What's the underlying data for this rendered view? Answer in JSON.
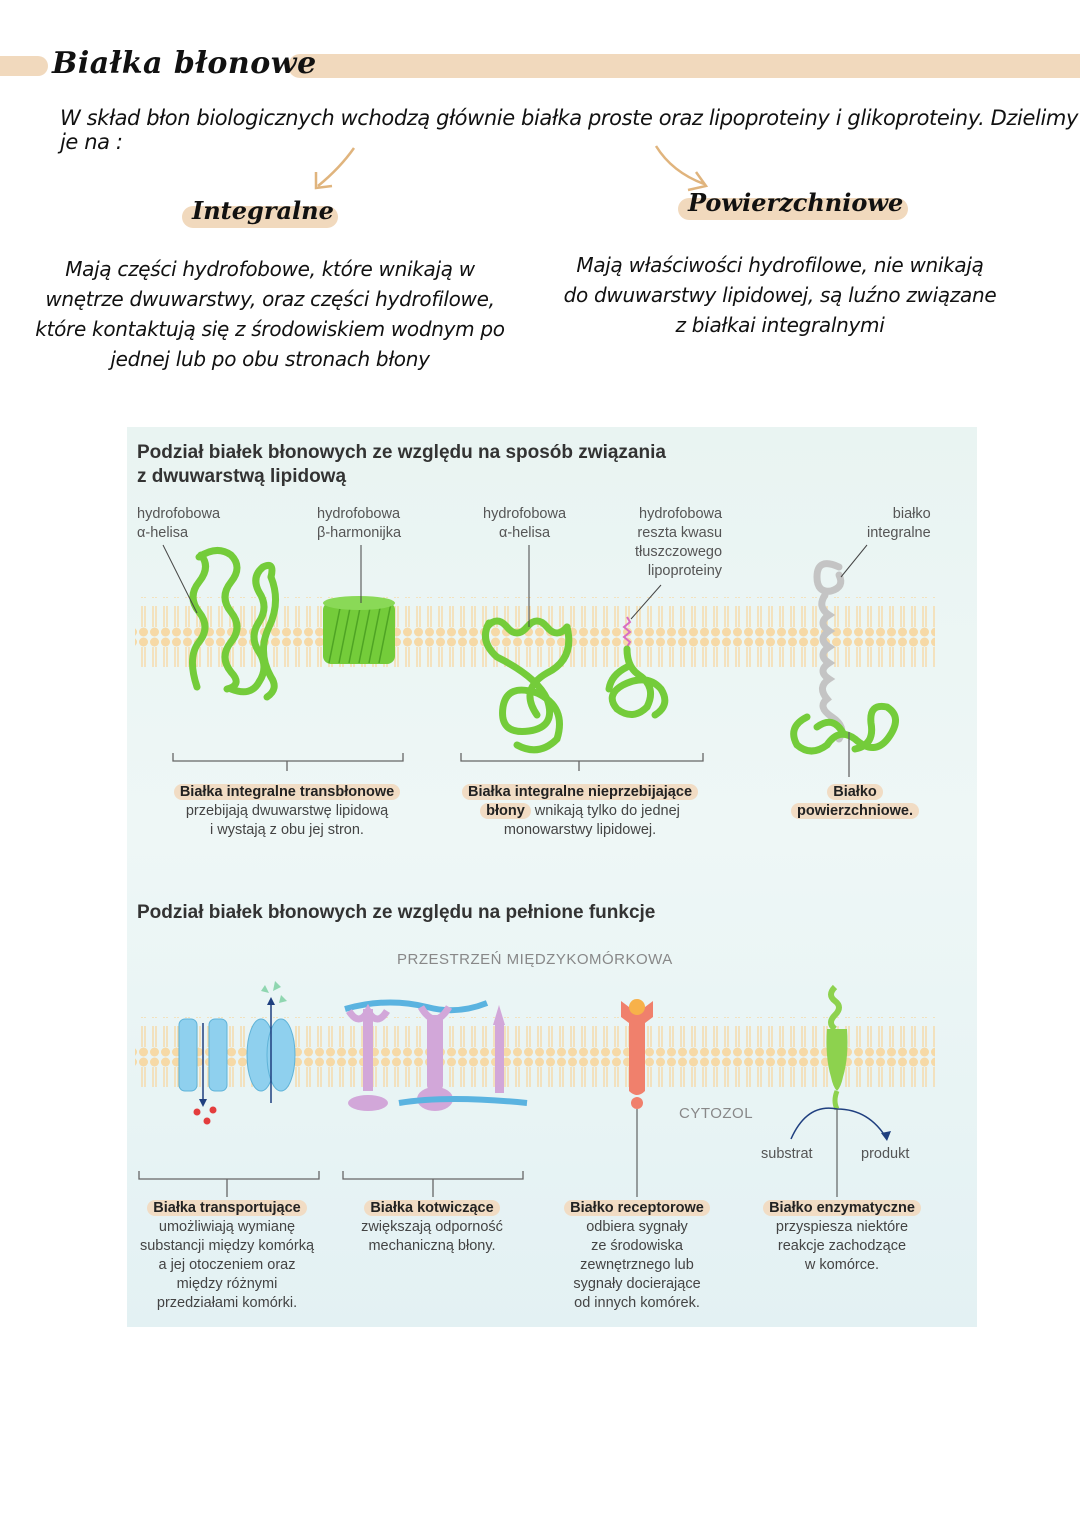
{
  "title": "Białka błonowe",
  "intro": "W skład błon biologicznych wchodzą głównie białka proste oraz lipoproteiny i glikoproteiny. Dzielimy je na :",
  "integral": {
    "heading": "Integralne",
    "lines": [
      "Mają części hydrofobowe, które wnikają w",
      "wnętrze dwuwarstwy, oraz części hydrofilowe,",
      "które kontaktują się z środowiskiem wodnym po",
      "jednej lub po obu stronach błony"
    ]
  },
  "peripheral": {
    "heading": "Powierzchniowe",
    "lines": [
      "Mają właściwości hydrofilowe, nie wnikają",
      "do dwuwarstwy lipidowej, są luźno związane",
      "z białkai integralnymi"
    ]
  },
  "figure": {
    "section1": {
      "heading_lines": [
        "Podział białek błonowych ze względu na sposób związania",
        "z dwuwarstwą lipidową"
      ],
      "labels": {
        "alpha1": [
          "hydrofobowa",
          "α-helisa"
        ],
        "beta": [
          "hydrofobowa",
          "β-harmonijka"
        ],
        "alpha2": [
          "hydrofobowa",
          "α-helisa"
        ],
        "fatty": [
          "hydrofobowa",
          "reszta kwasu",
          "tłuszczowego",
          "lipoproteiny"
        ],
        "integral": [
          "białko",
          "integralne"
        ]
      },
      "captions": {
        "transmembrane": {
          "title": "Białka integralne transbłonowe",
          "lines": [
            "przebijają dwuwarstwę lipidową",
            "i wystają z obu jej stron."
          ]
        },
        "nonpenetrating": {
          "title": "Białka integralne nieprzebijające",
          "title2": "błony",
          "rest": " wnikają tylko do jednej",
          "lines": [
            "monowarstwy lipidowej."
          ]
        },
        "surface": {
          "title": "Białko",
          "title2": "powierzchniowe."
        }
      }
    },
    "section2": {
      "heading": "Podział białek błonowych ze względu na pełnione funkcje",
      "space": "PRZESTRZEŃ MIĘDZYKOMÓRKOWA",
      "cytosol": "CYTOZOL",
      "substrate": "substrat",
      "product": "produkt",
      "captions": {
        "transport": {
          "title": "Białka transportujące",
          "lines": [
            "umożliwiają wymianę",
            "substancji między komórką",
            "a jej otoczeniem oraz",
            "między różnymi",
            "przedziałami komórki."
          ]
        },
        "anchor": {
          "title": "Białka kotwiczące",
          "lines": [
            "zwiększają odporność",
            "mechaniczną błony."
          ]
        },
        "receptor": {
          "title": "Białko receptorowe",
          "lines": [
            "odbiera sygnały",
            "ze środowiska",
            "zewnętrznego lub",
            "sygnały docierające",
            "od innych komórek."
          ]
        },
        "enzyme": {
          "title": "Białko enzymatyczne",
          "lines": [
            "przyspiesza niektóre",
            "reakcje zachodzące",
            "w komórce."
          ]
        }
      }
    },
    "colors": {
      "protein_green": "#74cc3a",
      "membrane": "#f6d9a6",
      "transport_blue": "#8fd0ee",
      "anchor_purple": "#d2a7d9",
      "receptor_red": "#f0806c",
      "accent_tan": "#f1d9bd"
    }
  }
}
